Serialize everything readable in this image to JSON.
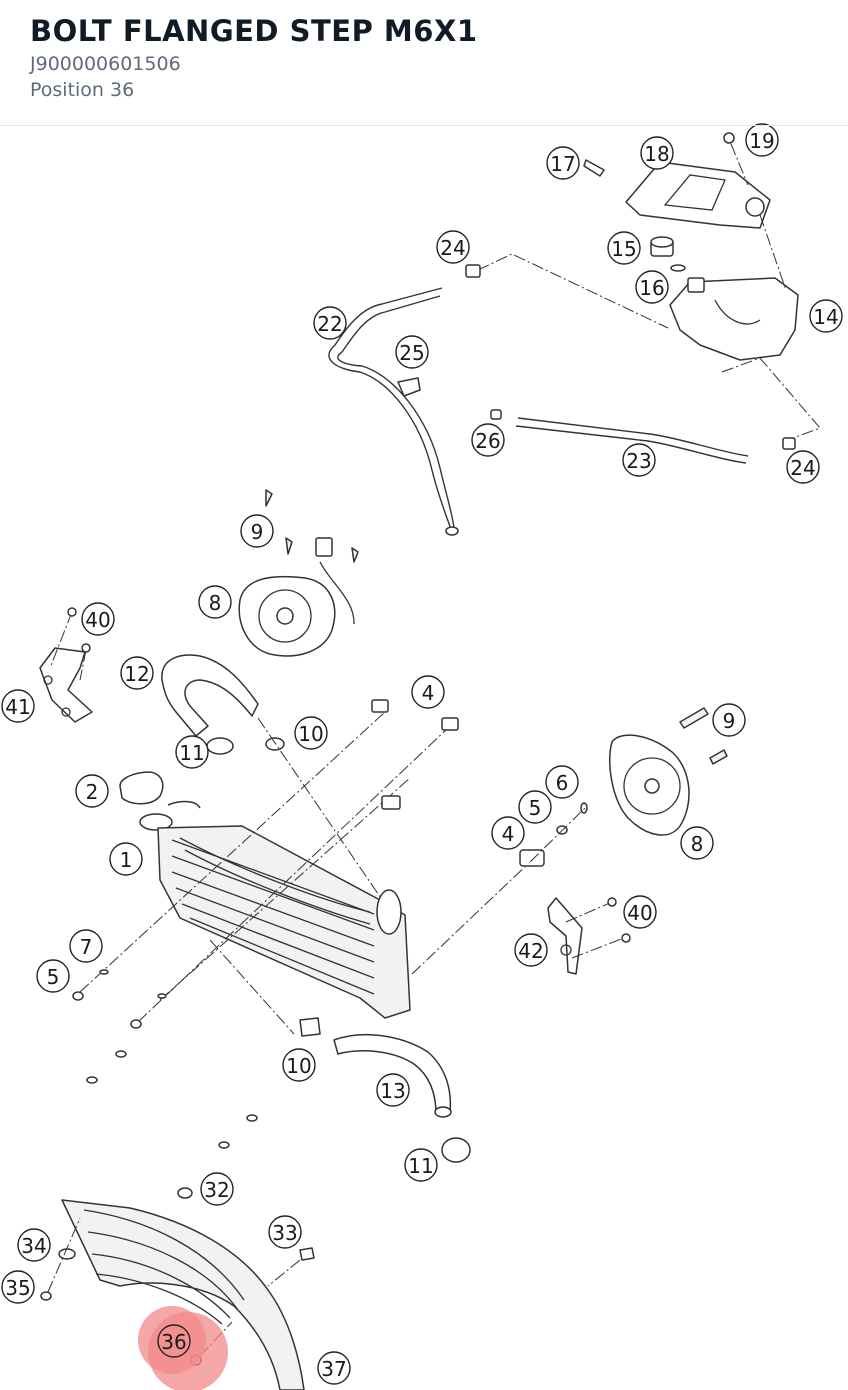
{
  "part": {
    "title": "BOLT FLANGED STEP M6X1",
    "part_number": "J900000601506",
    "position_label": "Position 36"
  },
  "highlight": {
    "label": "36",
    "color": "#f28a8a"
  },
  "callouts": [
    {
      "label": "19"
    },
    {
      "label": "17"
    },
    {
      "label": "18"
    },
    {
      "label": "24"
    },
    {
      "label": "15"
    },
    {
      "label": "16"
    },
    {
      "label": "14"
    },
    {
      "label": "22"
    },
    {
      "label": "25"
    },
    {
      "label": "26"
    },
    {
      "label": "23"
    },
    {
      "label": "24"
    },
    {
      "label": "9"
    },
    {
      "label": "8"
    },
    {
      "label": "40"
    },
    {
      "label": "41"
    },
    {
      "label": "12"
    },
    {
      "label": "4"
    },
    {
      "label": "10"
    },
    {
      "label": "11"
    },
    {
      "label": "9"
    },
    {
      "label": "2"
    },
    {
      "label": "6"
    },
    {
      "label": "5"
    },
    {
      "label": "4"
    },
    {
      "label": "8"
    },
    {
      "label": "1"
    },
    {
      "label": "40"
    },
    {
      "label": "7"
    },
    {
      "label": "42"
    },
    {
      "label": "5"
    },
    {
      "label": "10"
    },
    {
      "label": "13"
    },
    {
      "label": "11"
    },
    {
      "label": "32"
    },
    {
      "label": "34"
    },
    {
      "label": "33"
    },
    {
      "label": "35"
    },
    {
      "label": "36"
    },
    {
      "label": "37"
    }
  ]
}
